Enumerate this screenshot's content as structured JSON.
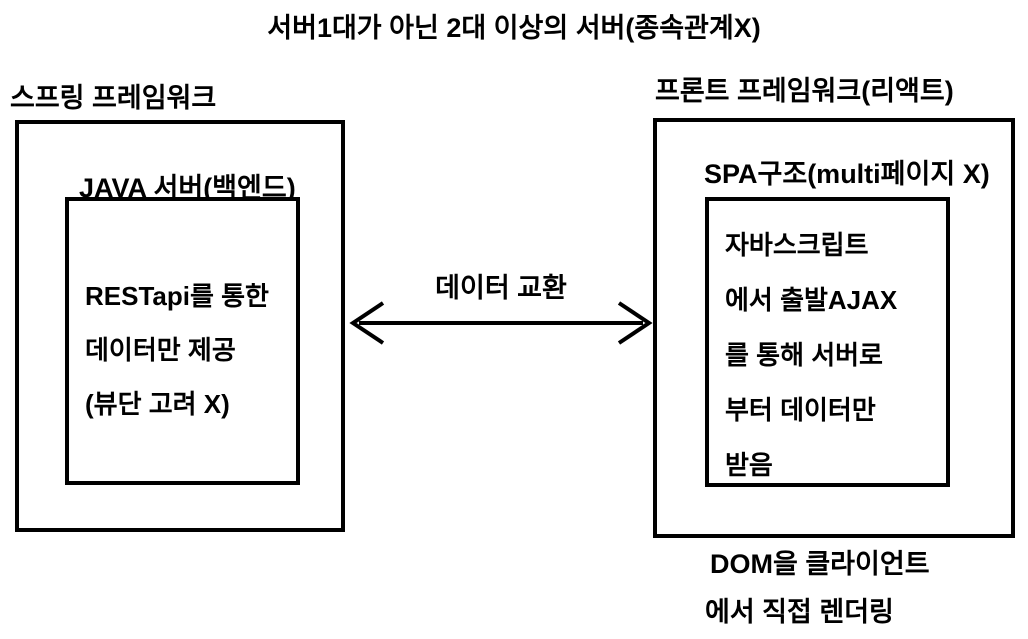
{
  "title": "서버1대가 아닌 2대 이상의 서버(종속관계X)",
  "left": {
    "label": "스프링 프레임워크",
    "box_title": "JAVA 서버(백엔드)",
    "inner_lines": [
      "RESTapi를 통한",
      "데이터만 제공",
      "(뷰단 고려 X)"
    ]
  },
  "arrow": {
    "label": "데이터 교환"
  },
  "right": {
    "label": "프론트 프레임워크(리액트)",
    "box_title": "SPA구조(multi페이지 X)",
    "inner_lines": [
      "자바스크립트",
      "에서 출발AJAX",
      "를 통해 서버로",
      "부터 데이터만",
      "받음"
    ],
    "footer_lines": [
      "DOM을 클라이언트",
      "에서 직접 렌더링"
    ]
  },
  "colors": {
    "stroke": "#000000",
    "background": "#ffffff"
  }
}
